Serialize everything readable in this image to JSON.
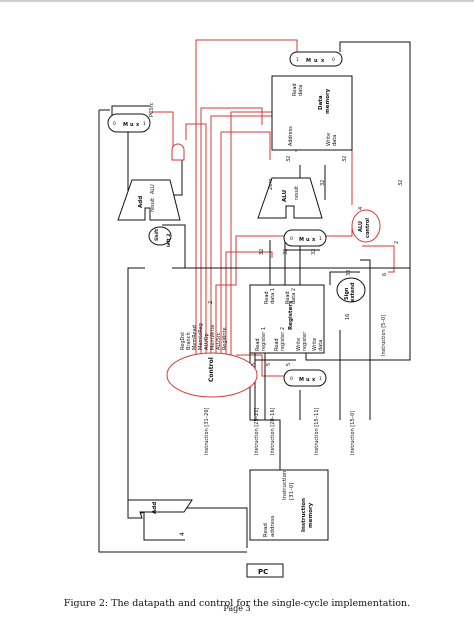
{
  "caption": "Figure 2: The datapath and control for the single-cycle implementation.",
  "page_number": "Page 3",
  "colors": {
    "control": "#d23a3a",
    "datapath": "#111111"
  },
  "labels": {
    "pc": "PC",
    "four": "4",
    "add": "Add",
    "add_result": "Add",
    "alu_result": "result",
    "shift_left_2": [
      "Shift",
      "left 2"
    ],
    "mux": [
      "M",
      "u",
      "x"
    ],
    "mux_sel": [
      "0",
      "1"
    ],
    "pcsrc": "PCSrc",
    "zero": "Zero",
    "alu": "ALU",
    "alu_result2": "ALU",
    "alu_control": [
      "ALU",
      "control"
    ],
    "sign_extend": [
      "Sign",
      "extend"
    ],
    "control": "Control",
    "control_signals": [
      "RegDst",
      "Branch",
      "MemRead",
      "MemtoReg",
      "ALUOp",
      "MemWrite",
      "ALUSrc",
      "RegWrite"
    ],
    "instruction_memory": {
      "read_address": [
        "Read",
        "address"
      ],
      "instruction": [
        "Instruction",
        "[31–0]"
      ],
      "title": [
        "Instruction",
        "memory"
      ]
    },
    "instruction_fields": [
      "Instruction [31–26]",
      "Instruction [25–21]",
      "Instruction [20–16]",
      "Instruction [15–11]",
      "Instruction [15–0]",
      "Instruction [5–0]"
    ],
    "registers": {
      "title": "Registers",
      "read_reg1": [
        "Read",
        "register 1"
      ],
      "read_reg2": [
        "Read",
        "register 2"
      ],
      "write_reg": [
        "Write",
        "register"
      ],
      "write_data": [
        "Write",
        "data"
      ],
      "read_data1": [
        "Read",
        "data 1"
      ],
      "read_data2": [
        "Read",
        "data 2"
      ]
    },
    "data_memory": {
      "title": [
        "Data",
        "memory"
      ],
      "address": "Address",
      "read_data": [
        "Read",
        "data"
      ],
      "write_data": [
        "Write",
        "data"
      ]
    },
    "widths": {
      "w32": "32",
      "w16": "16",
      "w6": "6",
      "w5": "5",
      "w4": "4",
      "w2": "2"
    }
  }
}
